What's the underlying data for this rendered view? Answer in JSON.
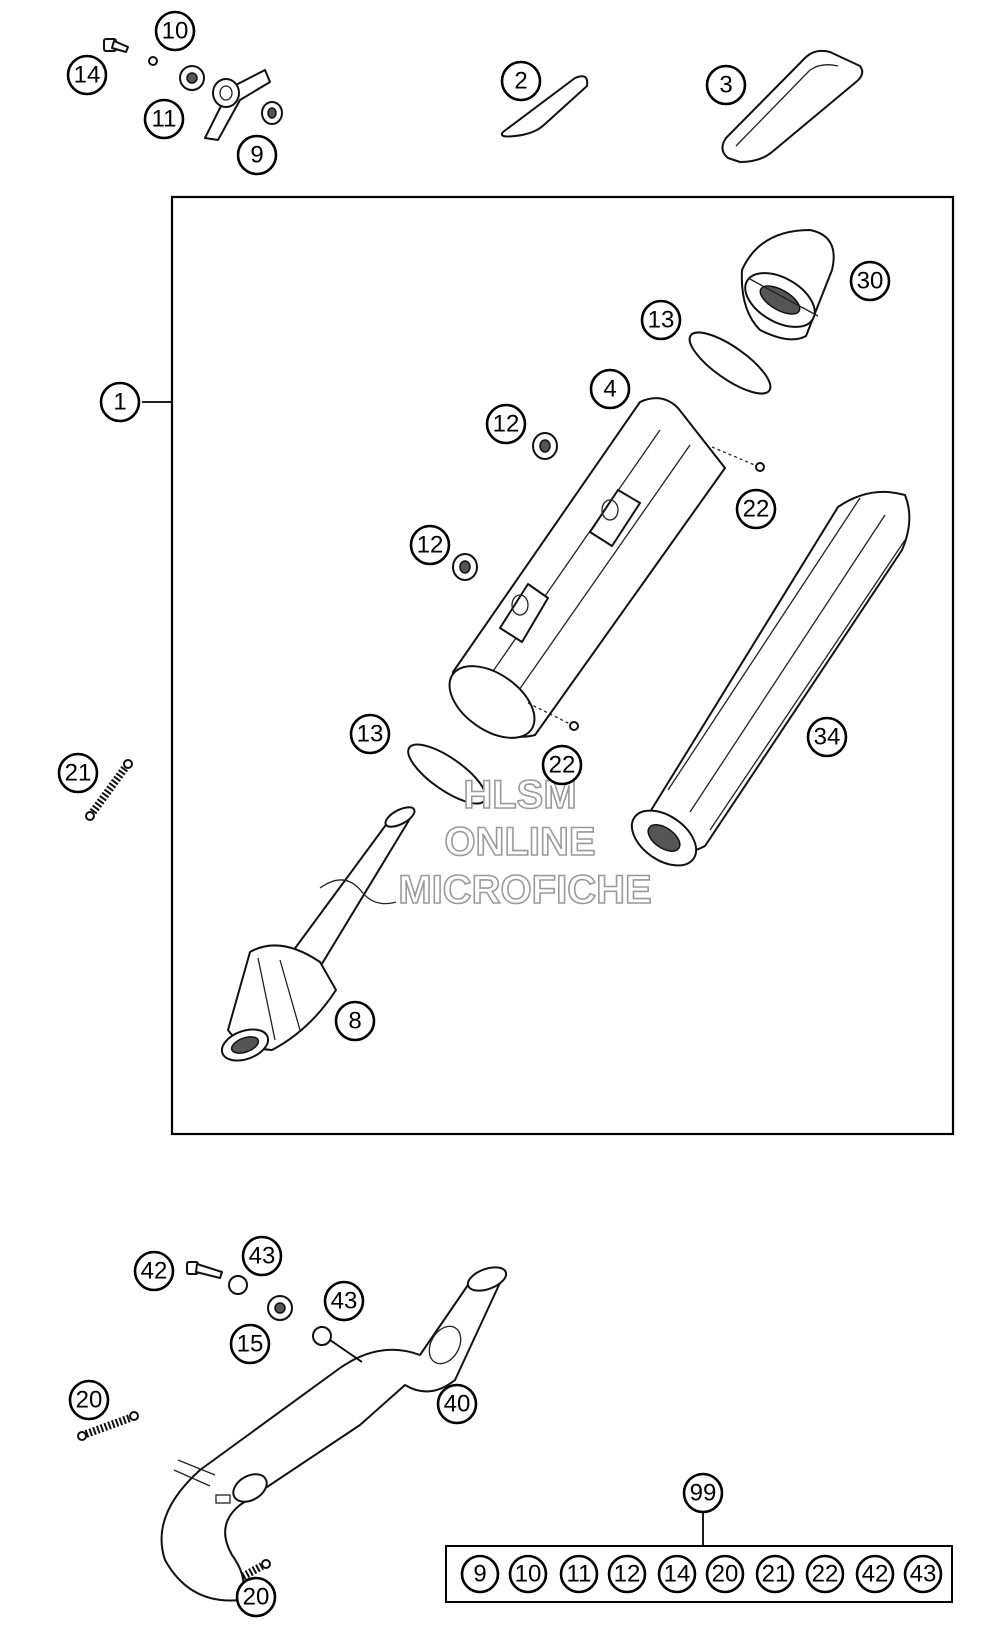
{
  "watermark": {
    "line1": "HLSM",
    "line2": "ONLINE",
    "line3": "MICROFICHE"
  },
  "callouts": {
    "c1": "1",
    "c2": "2",
    "c3": "3",
    "c4": "4",
    "c8": "8",
    "c9": "9",
    "c10": "10",
    "c11": "11",
    "c12a": "12",
    "c12b": "12",
    "c13a": "13",
    "c13b": "13",
    "c14": "14",
    "c15": "15",
    "c20a": "20",
    "c20b": "20",
    "c21": "21",
    "c22a": "22",
    "c22b": "22",
    "c30": "30",
    "c34": "34",
    "c40": "40",
    "c42": "42",
    "c43a": "43",
    "c43b": "43",
    "c99": "99"
  },
  "kit_contents": [
    "9",
    "10",
    "11",
    "12",
    "14",
    "20",
    "21",
    "22",
    "42",
    "43"
  ]
}
